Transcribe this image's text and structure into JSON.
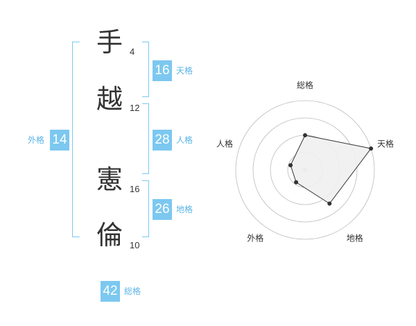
{
  "name": {
    "chars": [
      {
        "char": "手",
        "strokes": "4"
      },
      {
        "char": "越",
        "strokes": "12"
      },
      {
        "char": "憲",
        "strokes": "16"
      },
      {
        "char": "倫",
        "strokes": "10"
      }
    ]
  },
  "kakusu": {
    "tenkaku": {
      "value": "16",
      "label": "天格"
    },
    "jinkaku": {
      "value": "28",
      "label": "人格"
    },
    "chikaku": {
      "value": "26",
      "label": "地格"
    },
    "gaikaku": {
      "value": "14",
      "label": "外格"
    },
    "soukaku": {
      "value": "42",
      "label": "総格"
    }
  },
  "chart_data": {
    "type": "radar",
    "axes": [
      "総格",
      "天格",
      "地格",
      "外格",
      "人格"
    ],
    "rings": 4,
    "values_fraction": [
      0.5,
      1.0,
      0.6,
      0.22,
      0.22
    ],
    "colors": {
      "fill": "#f0f0f0",
      "line": "#333333",
      "grid": "#bbbbbb",
      "center": "#cccccc",
      "accent": "#7cc8f0"
    }
  }
}
